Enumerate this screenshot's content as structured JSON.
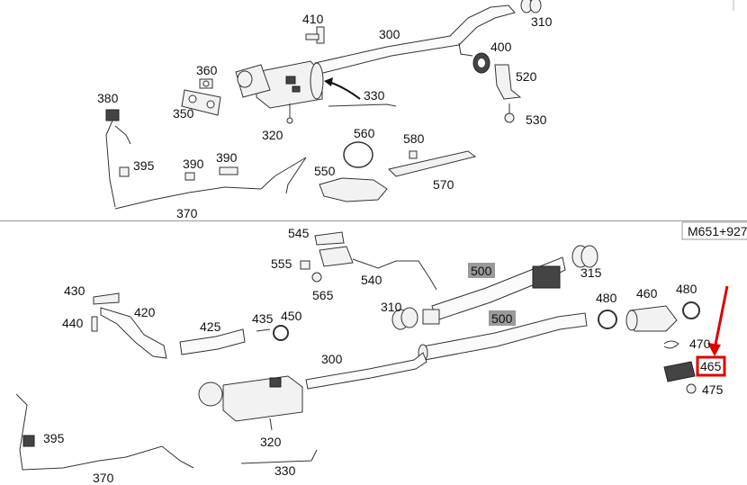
{
  "top_diagram": {
    "labels": {
      "p410": "410",
      "p310": "310",
      "p300": "300",
      "p400": "400",
      "p360": "360",
      "p520": "520",
      "p380": "380",
      "p350": "350",
      "p330": "330",
      "p530": "530",
      "p320": "320",
      "p560": "560",
      "p580": "580",
      "p395": "395",
      "p390a": "390",
      "p390b": "390",
      "p550": "550",
      "p570": "570",
      "p370": "370"
    }
  },
  "bottom_diagram": {
    "model_code": "M651+927",
    "labels": {
      "p545": "545",
      "p555": "555",
      "p565": "565",
      "p540": "540",
      "p500a": "500",
      "p315": "315",
      "p430": "430",
      "p440": "440",
      "p420": "420",
      "p425": "425",
      "p435": "435",
      "p450": "450",
      "p310": "310",
      "p480a": "480",
      "p460": "460",
      "p480b": "480",
      "p500b": "500",
      "p470": "470",
      "p465": "465",
      "p475": "475",
      "p300": "300",
      "p395": "395",
      "p320": "320",
      "p370": "370",
      "p330": "330"
    },
    "highlighted_part": "465",
    "highlight_color": "#e00000"
  }
}
